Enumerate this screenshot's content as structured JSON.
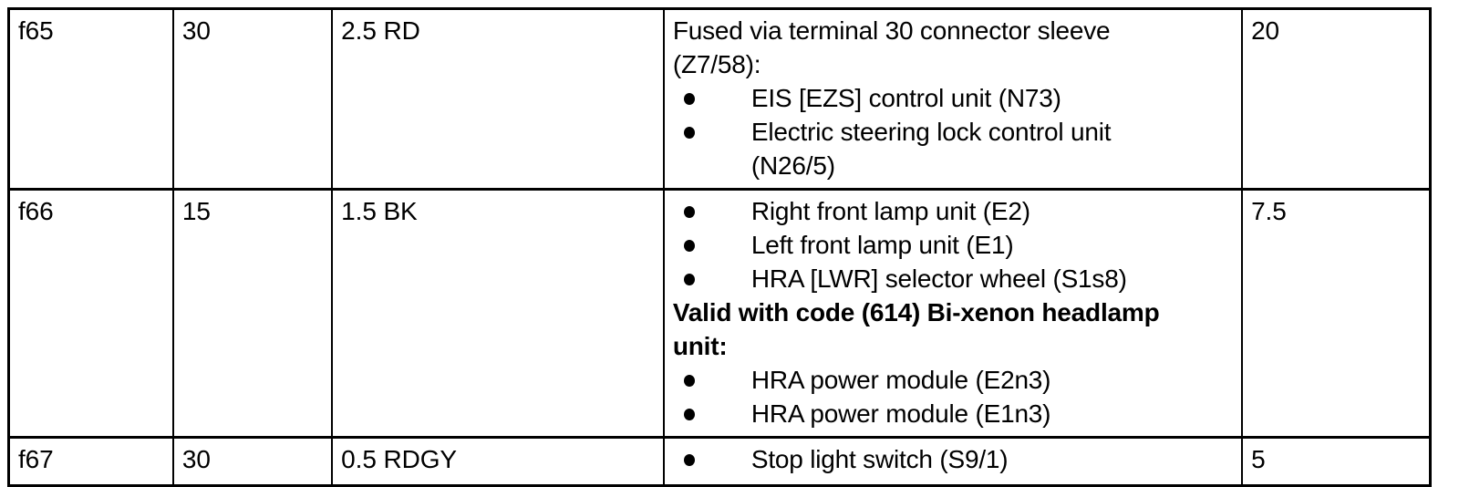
{
  "document": {
    "type": "fuse-allocation-table",
    "background_color": "#ffffff",
    "text_color": "#000000",
    "border_color": "#000000"
  },
  "table": {
    "columns": [
      {
        "key": "fuse",
        "name": "fuse-id-column"
      },
      {
        "key": "amperage",
        "name": "amperage-column"
      },
      {
        "key": "wire",
        "name": "wire-spec-column"
      },
      {
        "key": "description",
        "name": "description-column"
      },
      {
        "key": "rating",
        "name": "rating-column"
      }
    ],
    "rows": [
      {
        "fuse": "f65",
        "amperage": "30",
        "wire": "2.5 RD",
        "rating": "20",
        "description": {
          "intro_lines": [
            "Fused via terminal 30 connector sleeve",
            "(Z7/58):"
          ],
          "bullets": [
            {
              "text": "EIS [EZS] control unit (N73)",
              "continuation": []
            },
            {
              "text": "Electric steering lock control unit",
              "continuation": [
                "(N26/5)"
              ]
            }
          ],
          "bold_heading": "",
          "bullets_after": []
        }
      },
      {
        "fuse": "f66",
        "amperage": "15",
        "wire": "1.5 BK",
        "rating": "7.5",
        "description": {
          "intro_lines": [],
          "bullets": [
            {
              "text": "Right front lamp unit (E2)",
              "continuation": []
            },
            {
              "text": "Left front lamp unit (E1)",
              "continuation": []
            },
            {
              "text": "HRA [LWR] selector wheel (S1s8)",
              "continuation": []
            }
          ],
          "bold_heading_lines": [
            "Valid with code (614) Bi-xenon headlamp",
            "unit:"
          ],
          "bullets_after": [
            {
              "text": "HRA power module (E2n3)",
              "continuation": []
            },
            {
              "text": "HRA power module (E1n3)",
              "continuation": []
            }
          ]
        }
      },
      {
        "fuse": "f67",
        "amperage": "30",
        "wire": "0.5 RDGY",
        "rating": "5",
        "description": {
          "intro_lines": [],
          "bullets": [
            {
              "text": "Stop light switch (S9/1)",
              "continuation": []
            }
          ],
          "bold_heading_lines": [],
          "bullets_after": []
        }
      }
    ]
  }
}
